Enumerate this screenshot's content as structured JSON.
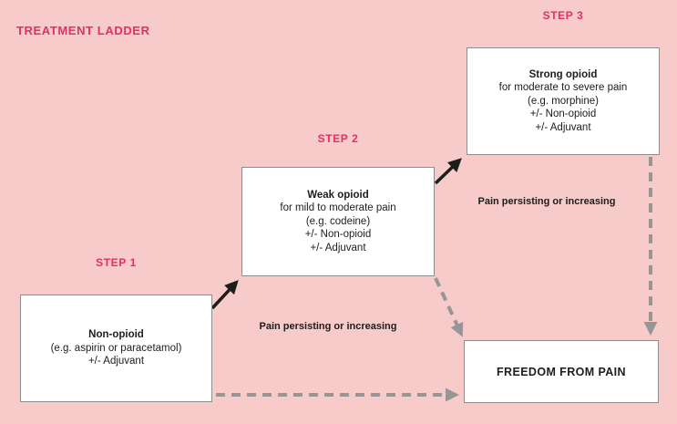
{
  "title": "TREATMENT LADDER",
  "steps": [
    {
      "label": "STEP 1",
      "heading": "Non-opioid",
      "lines": [
        "(e.g. aspirin or paracetamol)",
        "+/- Adjuvant"
      ]
    },
    {
      "label": "STEP 2",
      "heading": "Weak opioid",
      "lines": [
        "for mild to moderate pain",
        "(e.g. codeine)",
        "+/- Non-opioid",
        "+/- Adjuvant"
      ]
    },
    {
      "label": "STEP 3",
      "heading": "Strong opioid",
      "lines": [
        "for moderate to severe pain",
        "(e.g. morphine)",
        "+/- Non-opioid",
        "+/- Adjuvant"
      ]
    }
  ],
  "outcome": {
    "label": "FREEDOM FROM PAIN"
  },
  "edge_labels": {
    "step1_step2": "Pain persisting or increasing",
    "step2_step3": "Pain persisting or increasing"
  },
  "colors": {
    "background": "#f7cbca",
    "accent": "#e13067",
    "text": "#1d1d1b",
    "box-fill": "#ffffff",
    "box-border": "#8e8e8e",
    "solid-arrow": "#1d1d1b",
    "dashed-arrow": "#969696"
  }
}
